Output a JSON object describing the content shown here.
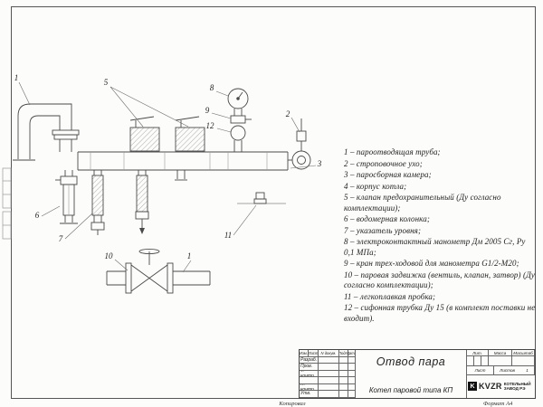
{
  "legend": {
    "items": [
      "1 – пароотводящая труба;",
      "2 – строповочное ухо;",
      "3 – паросборная камера;",
      "4 – корпус котла;",
      "5 – клапан предохранительный (Ду согласно комплектации);",
      "6 – водомерная колонка;",
      "7 – указатель уровня;",
      "8 – электроконтактный манометр Дм 2005 Сг, Ру 0,1 МПа;",
      "9 – кран трех-ходовой для манометра G1/2-М20;",
      "10 – паровая задвижка (вентиль, клапан, затвор) (Ду согласно комплектации);",
      "11 – легкоплавкая пробка;",
      "12 – сифонная трубка Ду 15 (в комплект поставки не входит)."
    ]
  },
  "callouts": [
    "1",
    "5",
    "8",
    "9",
    "12",
    "2",
    "3",
    "6",
    "7",
    "11",
    "10",
    "1"
  ],
  "title_block": {
    "header_cols": [
      "Изм.",
      "Лист",
      "N докум.",
      "Подп.",
      "Дата"
    ],
    "roles": [
      "Разраб.",
      "Пров.",
      "Т. контр.",
      "",
      "Н. контр.",
      "Утв."
    ],
    "doc_title": "Отвод пара",
    "product_name": "Котел паровой типа КП",
    "lit_label": "Лит.",
    "mass_label": "Масса",
    "scale_label": "Масштаб",
    "sheet_label": "Лист",
    "sheets_label": "Листов",
    "sheets_value": "1",
    "logo_glyph": "K",
    "logo_text": "KVZR",
    "company_name": "КОТЕЛЬНЫЙ ЗАВОД РЭ"
  },
  "footer": {
    "copied_label": "Копировал",
    "format_label": "Формат А4"
  },
  "colors": {
    "line": "#4a4a4a",
    "text": "#222222"
  }
}
